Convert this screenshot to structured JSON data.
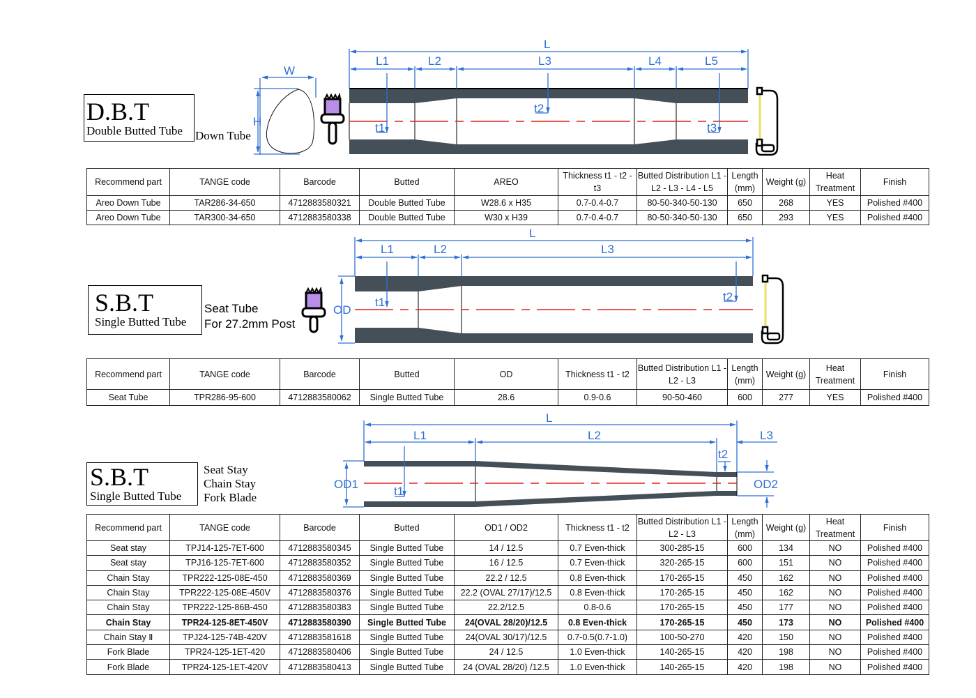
{
  "dbt": {
    "title": "D.B.T",
    "subtitle": "Double Butted Tube",
    "tube_name": "Down Tube",
    "dims": {
      "L": "L",
      "L1": "L1",
      "L2": "L2",
      "L3": "L3",
      "L4": "L4",
      "L5": "L5",
      "t1": "t1",
      "t2": "t2",
      "t3": "t3",
      "W": "W",
      "H": "H"
    },
    "headers": [
      "Recommend part",
      "TANGE code",
      "Barcode",
      "Butted",
      "AREO",
      "Thickness t1 - t2 - t3",
      "Butted Distribution L1 - L2 - L3 - L4 - L5",
      "Length (mm)",
      "Weight (g)",
      "Heat Treatment",
      "Finish"
    ],
    "rows": [
      [
        "Areo Down Tube",
        "TAR286-34-650",
        "4712883580321",
        "Double Butted Tube",
        "W28.6  x  H35",
        "0.7-0.4-0.7",
        "80-50-340-50-130",
        "650",
        "268",
        "YES",
        "Polished #400"
      ],
      [
        "Areo Down Tube",
        "TAR300-34-650",
        "4712883580338",
        "Double Butted Tube",
        "W30  x  H39",
        "0.7-0.4-0.7",
        "80-50-340-50-130",
        "650",
        "293",
        "YES",
        "Polished #400"
      ]
    ]
  },
  "sbt_seat": {
    "title": "S.B.T",
    "subtitle": "Single Butted Tube",
    "tube_name": "Seat Tube",
    "tube_note": "For 27.2mm Post",
    "dims": {
      "L": "L",
      "L1": "L1",
      "L2": "L2",
      "L3": "L3",
      "t1": "t1",
      "t2": "t2",
      "OD": "OD"
    },
    "headers": [
      "Recommend part",
      "TANGE code",
      "Barcode",
      "Butted",
      "OD",
      "Thickness t1 - t2",
      "Butted Distribution L1 - L2 - L3",
      "Length (mm)",
      "Weight (g)",
      "Heat Treatment",
      "Finish"
    ],
    "rows": [
      [
        "Seat Tube",
        "TPR286-95-600",
        "4712883580062",
        "Single Butted Tube",
        "28.6",
        "0.9-0.6",
        "90-50-460",
        "600",
        "277",
        "YES",
        "Polished #400"
      ]
    ]
  },
  "sbt_stay": {
    "title": "S.B.T",
    "subtitle": "Single Butted Tube",
    "tube_names": [
      "Seat Stay",
      "Chain Stay",
      "Fork Blade"
    ],
    "dims": {
      "L": "L",
      "L1": "L1",
      "L2": "L2",
      "L3": "L3",
      "t1": "t1",
      "t2": "t2",
      "OD1": "OD1",
      "OD2": "OD2"
    },
    "headers": [
      "Recommend part",
      "TANGE code",
      "Barcode",
      "Butted",
      "OD1 / OD2",
      "Thickness t1 - t2",
      "Butted Distribution L1 - L2 - L3",
      "Length (mm)",
      "Weight (g)",
      "Heat Treatment",
      "Finish"
    ],
    "rows": [
      [
        "Seat stay",
        "TPJ14-125-7ET-600",
        "4712883580345",
        "Single Butted Tube",
        "14  /  12.5",
        "0.7 Even-thick",
        "300-285-15",
        "600",
        "134",
        "NO",
        "Polished #400"
      ],
      [
        "Seat stay",
        "TPJ16-125-7ET-600",
        "4712883580352",
        "Single Butted Tube",
        "16  /  12.5",
        "0.7 Even-thick",
        "320-265-15",
        "600",
        "151",
        "NO",
        "Polished #400"
      ],
      [
        "Chain Stay",
        "TPR222-125-08E-450",
        "4712883580369",
        "Single Butted Tube",
        "22.2  /  12.5",
        "0.8 Even-thick",
        "170-265-15",
        "450",
        "162",
        "NO",
        "Polished #400"
      ],
      [
        "Chain Stay",
        "TPR222-125-08E-450V",
        "4712883580376",
        "Single Butted Tube",
        "22.2 (OVAL 27/17)/12.5",
        "0.8 Even-thick",
        "170-265-15",
        "450",
        "162",
        "NO",
        "Polished #400"
      ],
      [
        "Chain Stay",
        "TPR222-125-86B-450",
        "4712883580383",
        "Single Butted Tube",
        "22.2/12.5",
        "0.8-0.6",
        "170-265-15",
        "450",
        "177",
        "NO",
        "Polished #400"
      ],
      [
        "Chain Stay",
        "TPR24-125-8ET-450V",
        "4712883580390",
        "Single Butted Tube",
        "24(OVAL 28/20)/12.5",
        "0.8 Even-thick",
        "170-265-15",
        "450",
        "173",
        "NO",
        "Polished #400"
      ],
      [
        "Chain Stay Ⅱ",
        "TPJ24-125-74B-420V",
        "4712883581618",
        "Single Butted Tube",
        "24(OVAL 30/17)/12.5",
        "0.7-0.5(0.7-1.0)",
        "100-50-270",
        "420",
        "150",
        "NO",
        "Polished #400"
      ],
      [
        "Fork Blade",
        "TPR24-125-1ET-420",
        "4712883580406",
        "Single Butted Tube",
        "24  /  12.5",
        "1.0 Even-thick",
        "140-265-15",
        "420",
        "198",
        "NO",
        "Polished #400"
      ],
      [
        "Fork Blade",
        "TPR24-125-1ET-420V",
        "4712883580413",
        "Single Butted Tube",
        "24 (OVAL 28/20) /12.5",
        "1.0 Even-thick",
        "140-265-15",
        "420",
        "198",
        "NO",
        "Polished #400"
      ]
    ],
    "bold_row": 5
  },
  "colors": {
    "tube": "#454f57",
    "dimension": "#2f6fd6",
    "centerline": "#e0201c",
    "brush": "#b98ee8",
    "saw_blade": "#e8e060"
  }
}
